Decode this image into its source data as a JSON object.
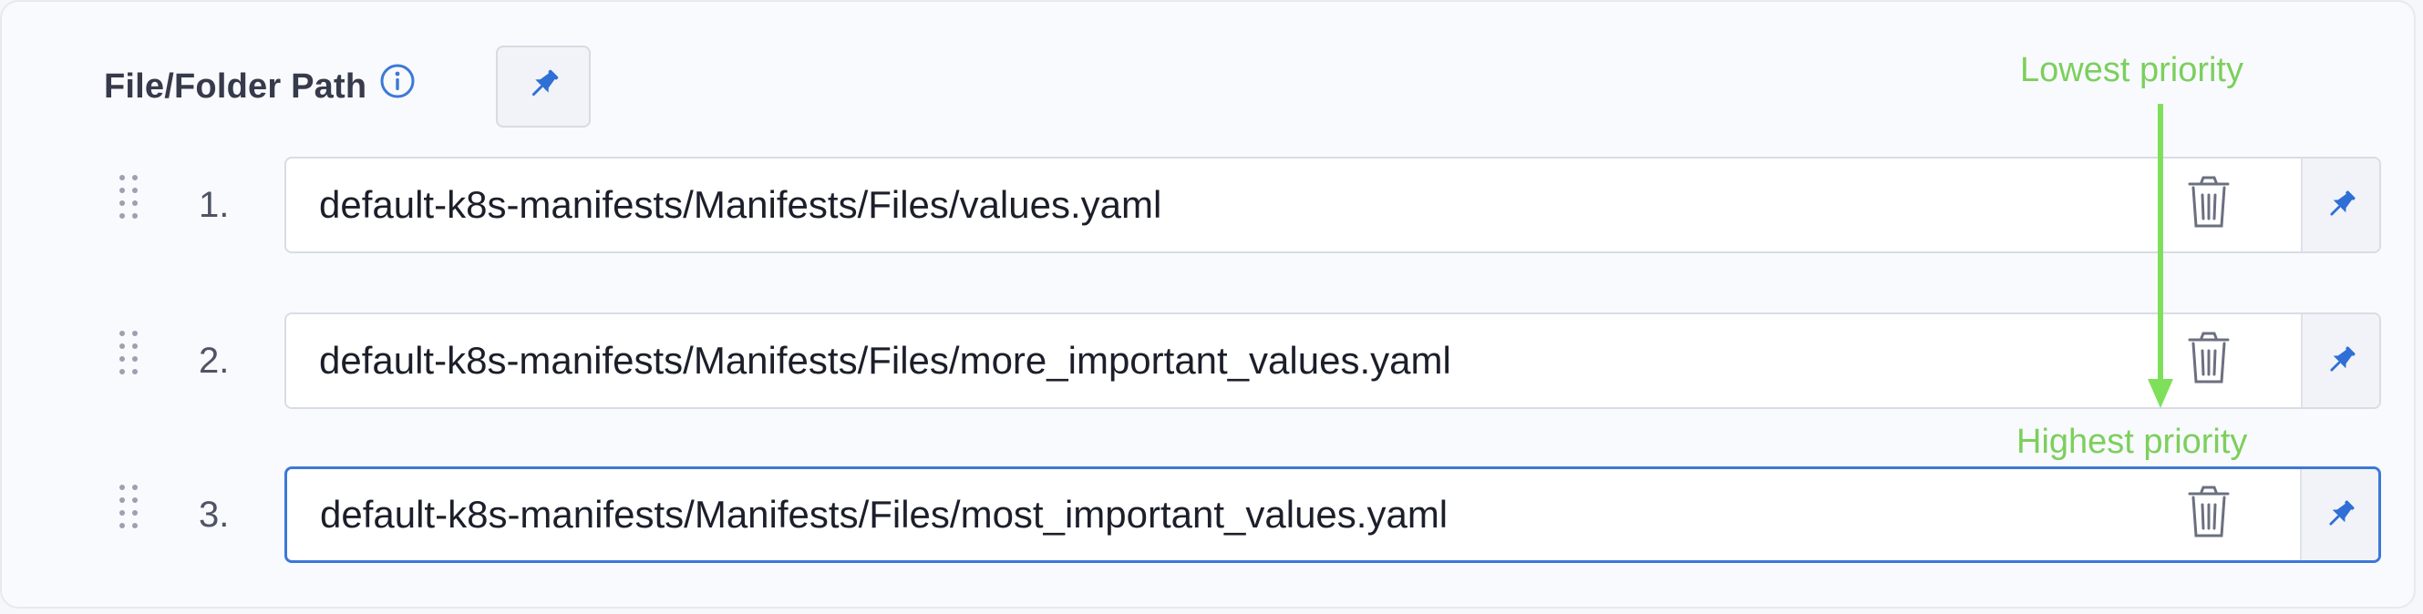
{
  "section": {
    "title": "File/Folder Path",
    "info_icon": "info-circle-icon",
    "pin_icon": "pin-icon"
  },
  "paths": [
    {
      "index": "1.",
      "value": "default-k8s-manifests/Manifests/Files/values.yaml",
      "focused": false
    },
    {
      "index": "2.",
      "value": "default-k8s-manifests/Manifests/Files/more_important_values.yaml",
      "focused": false
    },
    {
      "index": "3.",
      "value": "default-k8s-manifests/Manifests/Files/most_important_values.yaml",
      "focused": true
    }
  ],
  "row_icons": {
    "drag": "drag-handle-icon",
    "pin": "pin-icon",
    "delete": "trash-icon"
  },
  "annotations": {
    "lowest": "Lowest priority",
    "highest": "Highest priority",
    "color": "#7ccf5c",
    "arrow_color": "#7ee05a"
  },
  "colors": {
    "accent": "#3c78d8",
    "text": "#1c1f2a",
    "label": "#363a4a"
  }
}
